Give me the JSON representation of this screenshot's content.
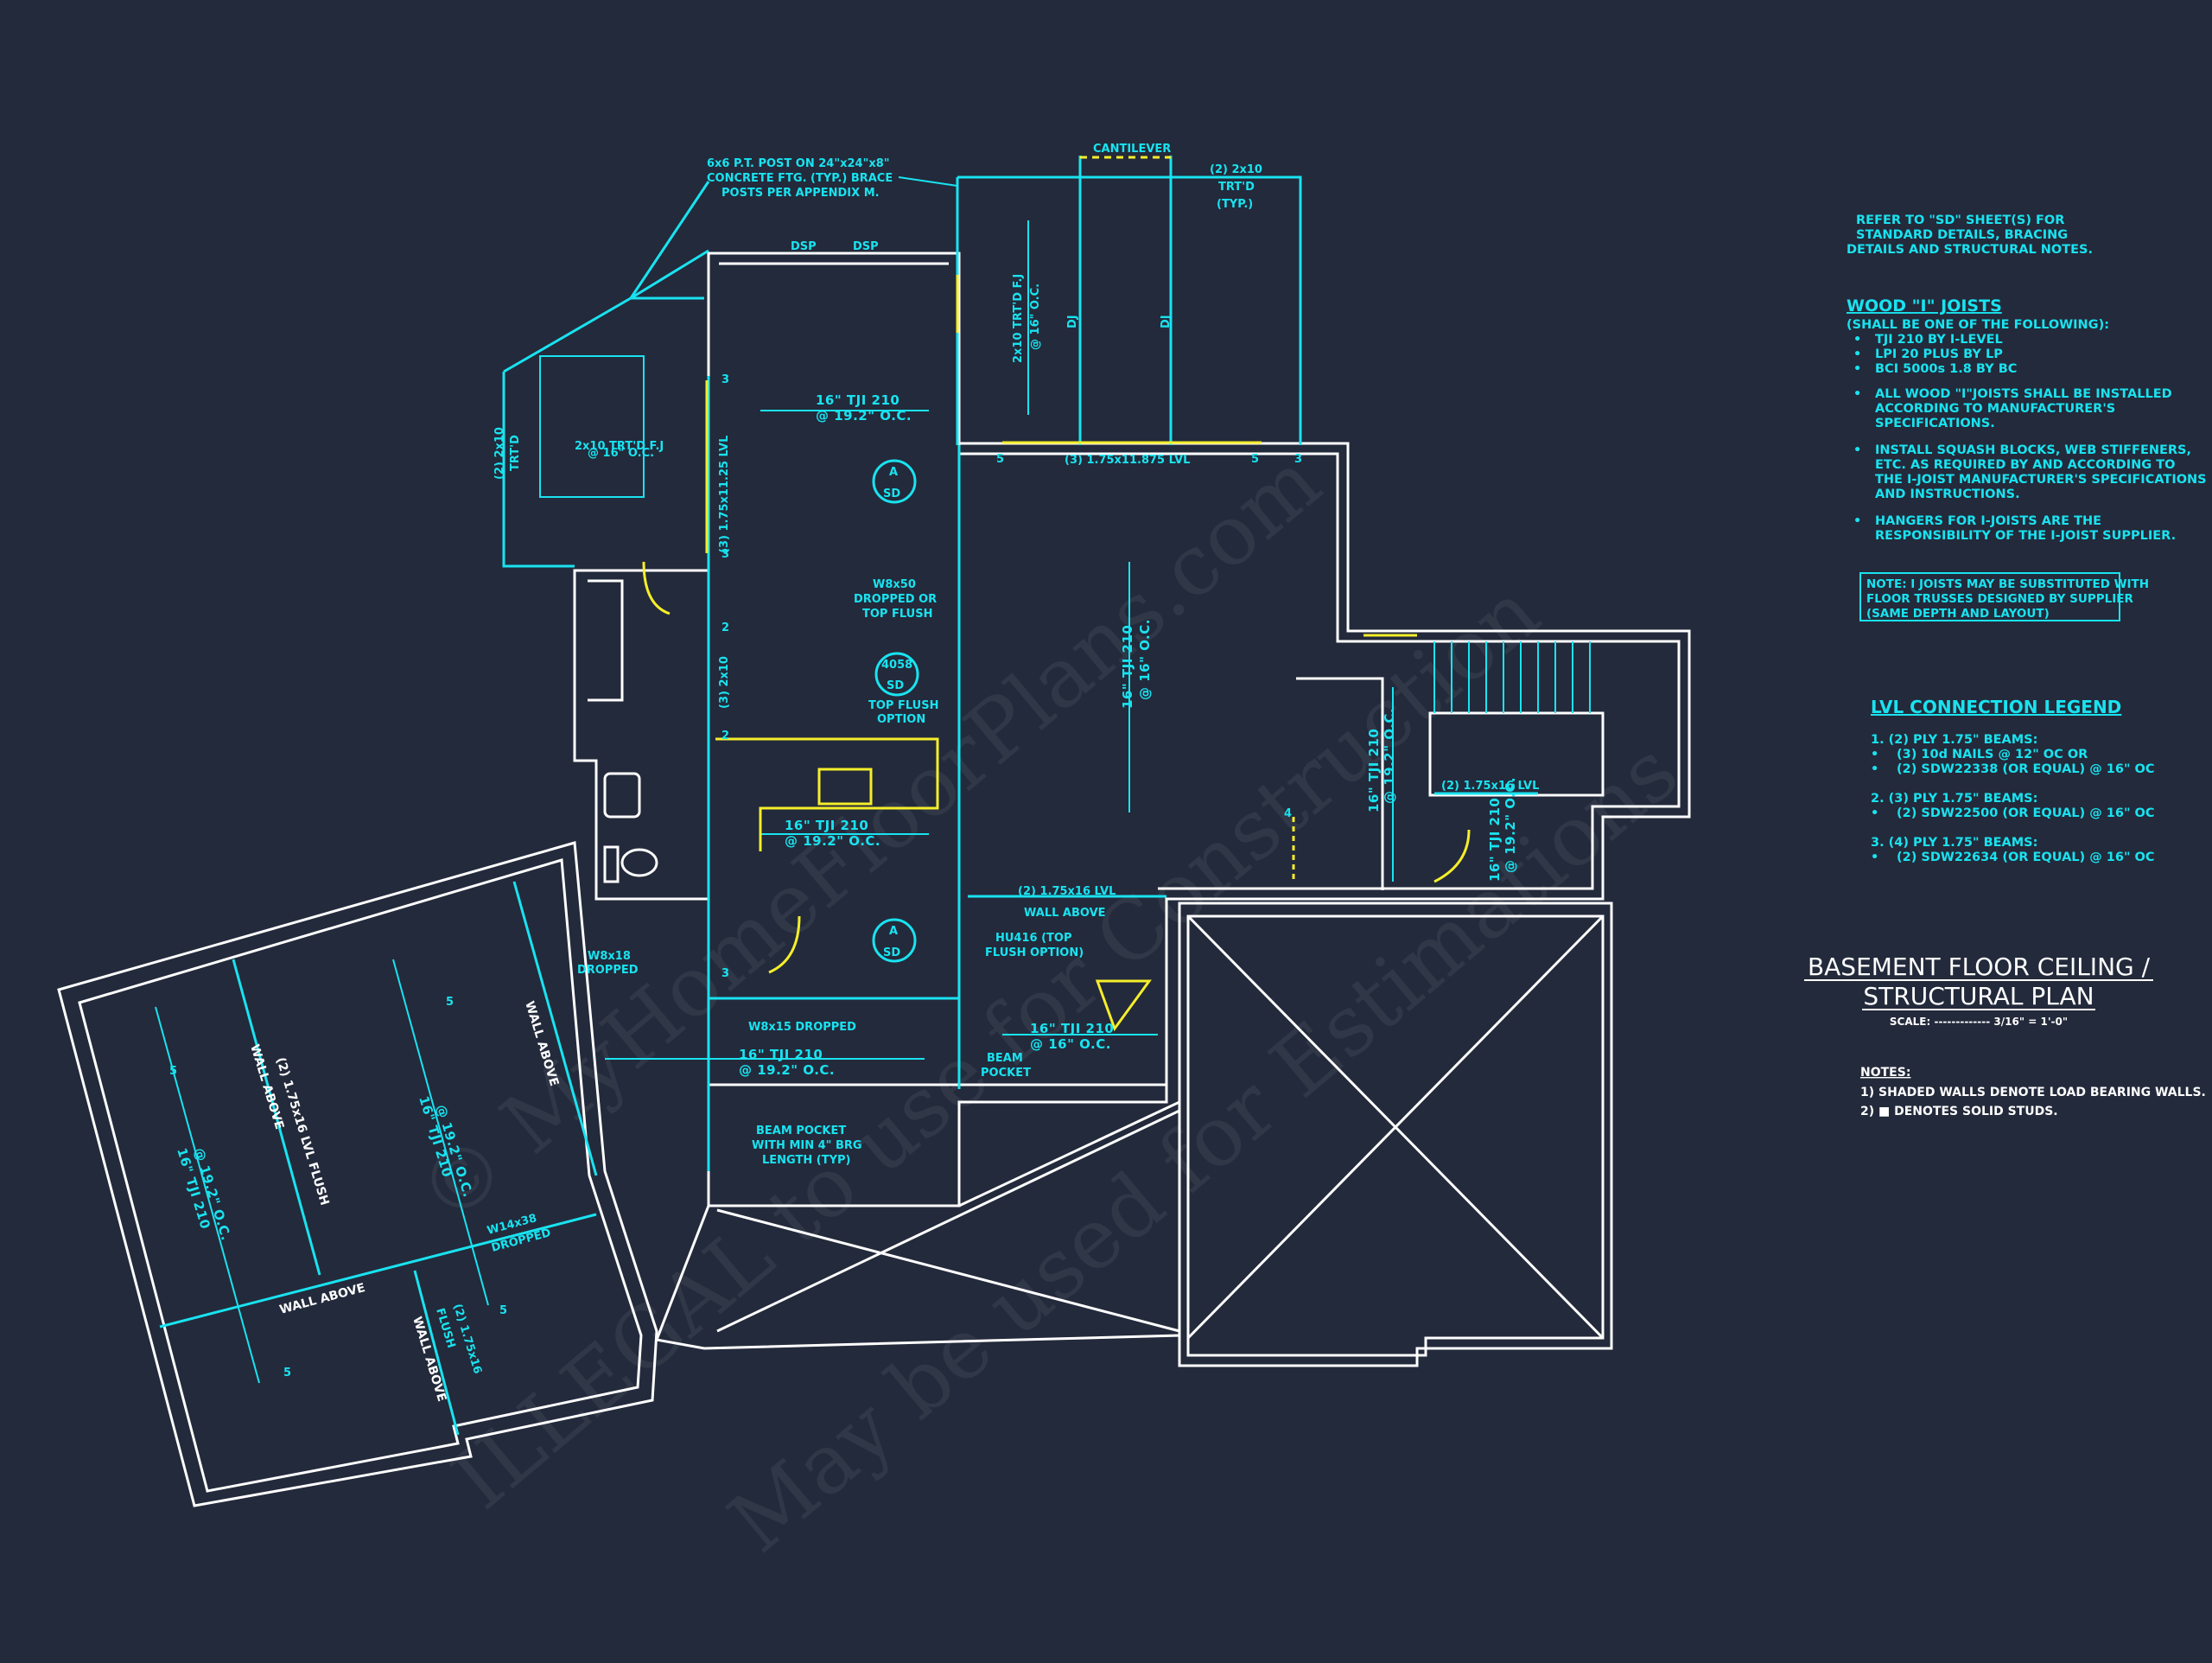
{
  "title": {
    "line1": "BASEMENT FLOOR CEILING /",
    "line2": "STRUCTURAL PLAN",
    "scale": "SCALE: ------------- 3/16\" = 1'-0\""
  },
  "notes": {
    "heading": "NOTES:",
    "items": [
      "1) SHADED WALLS DENOTE LOAD BEARING WALLS.",
      "2) ■ DENOTES SOLID STUDS."
    ]
  },
  "general_note": [
    "REFER TO \"SD\" SHEET(S) FOR",
    "STANDARD DETAILS, BRACING",
    "DETAILS AND STRUCTURAL NOTES."
  ],
  "wood_joists": {
    "heading": "WOOD \"I\" JOISTS",
    "subheading": "(SHALL BE ONE OF THE FOLLOWING):",
    "options": [
      "TJI 210 BY I-LEVEL",
      "LPI 20 PLUS BY LP",
      "BCI 5000s 1.8 BY BC"
    ],
    "notes": [
      [
        "ALL WOOD \"I\"JOISTS SHALL BE INSTALLED",
        "ACCORDING TO MANUFACTURER'S",
        "SPECIFICATIONS."
      ],
      [
        "INSTALL SQUASH BLOCKS, WEB STIFFENERS,",
        "ETC. AS REQUIRED BY AND ACCORDING TO",
        "THE I-JOIST MANUFACTURER'S SPECIFICATIONS",
        "AND INSTRUCTIONS."
      ],
      [
        "HANGERS FOR I-JOISTS ARE THE",
        "RESPONSIBILITY OF THE I-JOIST SUPPLIER."
      ]
    ],
    "box_note": [
      "NOTE: I JOISTS MAY BE SUBSTITUTED WITH",
      "FLOOR TRUSSES DESIGNED BY SUPPLIER",
      "(SAME DEPTH AND LAYOUT)"
    ]
  },
  "lvl_legend": {
    "heading": "LVL CONNECTION LEGEND",
    "groups": [
      {
        "title": "1.   (2) PLY 1.75\" BEAMS:",
        "items": [
          "(3) 10d NAILS @ 12\" OC OR",
          "(2) SDW22338 (OR EQUAL) @ 16\" OC"
        ]
      },
      {
        "title": "2.   (3) PLY 1.75\" BEAMS:",
        "items": [
          "(2) SDW22500 (OR EQUAL) @ 16\" OC"
        ]
      },
      {
        "title": "3.   (4) PLY 1.75\" BEAMS:",
        "items": [
          "(2) SDW22634 (OR EQUAL) @ 16\" OC"
        ]
      }
    ]
  },
  "labels": {
    "post_note": [
      "6x6 P.T. POST ON 24\"x24\"x8\"",
      "CONCRETE FTG. (TYP.) BRACE",
      "POSTS PER APPENDIX M."
    ],
    "cantilever": "CANTILEVER",
    "two_2x10": [
      "(2) 2x10",
      "TRT'D",
      "(TYP.)"
    ],
    "dsp": "DSP",
    "deck_joist": [
      "2x10 TRT'D F.J",
      "@ 16\" O.C."
    ],
    "dj": "DJ",
    "lvl_311875": "(3) 1.75x11.875 LVL",
    "bay_joist": [
      "2x10 TRT'D F.J",
      "@ 16\" O.C."
    ],
    "bay_2x10": [
      "(2) 2x10",
      "TRT'D"
    ],
    "tji_192": [
      "16\" TJI 210",
      "@ 19.2\" O.C."
    ],
    "tji_16": [
      "16\" TJI 210",
      "@ 16\" O.C."
    ],
    "lvl_31125": "(3) 1.75x11.25 LVL",
    "lvl_3_2x10": "(3) 2x10",
    "w8x50": [
      "W8x50",
      "DROPPED OR",
      "TOP FLUSH"
    ],
    "sd_a": [
      "A",
      "SD"
    ],
    "sd_4058": [
      "4058",
      "SD"
    ],
    "top_flush_option": [
      "TOP FLUSH",
      "OPTION"
    ],
    "lvl_2_1616_wall": [
      "(2) 1.75x16 LVL",
      "WALL ABOVE"
    ],
    "hu416": [
      "HU416 (TOP",
      "FLUSH OPTION)"
    ],
    "lvl_2_1616": "(2) 1.75x16 LVL",
    "w8x15": "W8x15 DROPPED",
    "beam_pocket": [
      "BEAM",
      "POCKET"
    ],
    "beam_pocket_min": [
      "BEAM POCKET",
      "WITH MIN 4\" BRG",
      "LENGTH (TYP)"
    ],
    "w8x18": [
      "W8x18",
      "DROPPED"
    ],
    "wall_above": "WALL ABOVE",
    "flush_lvl": [
      "(2) 1.75x16 LVL FLUSH",
      "WALL ABOVE"
    ],
    "w14x38": [
      "W14x38",
      "DROPPED"
    ],
    "flush_lvl2": [
      "(2) 1.75x16",
      "FLUSH"
    ],
    "numbers": [
      "3",
      "3",
      "2",
      "2",
      "3",
      "5",
      "5",
      "3",
      "4",
      "5",
      "5",
      "5",
      "5"
    ]
  },
  "watermark": [
    "© MyHomeFloorPlans.com",
    "ILLEGAL to use for Construction",
    "May be used for Estimations"
  ],
  "colors": {
    "background": "#232a3b",
    "wall": "#ffffff",
    "structure": "#19e3f0",
    "bearing": "#f5ee2a"
  }
}
